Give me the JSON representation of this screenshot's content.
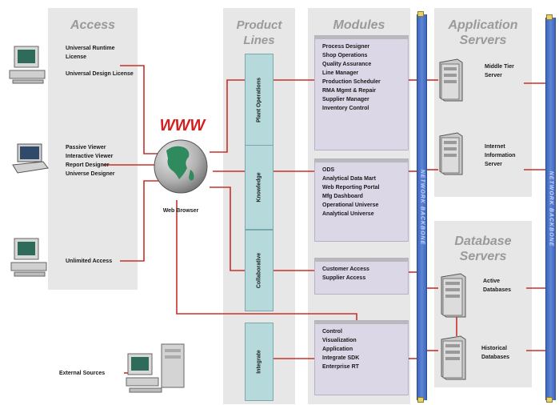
{
  "headers": {
    "access": "Access",
    "product_lines": "Product Lines",
    "modules": "Modules",
    "app_servers": "Application Servers",
    "db_servers": "Database Servers"
  },
  "access": {
    "computer1_labels": [
      "Universal Runtime License",
      "Universal Design License"
    ],
    "computer2_labels": [
      "Passive Viewer",
      "Interactive Viewer",
      "Report Designer",
      "Universe Designer"
    ],
    "computer3_label": "Unlimited Access",
    "external_label": "External Sources"
  },
  "www": {
    "logo": "WWW",
    "label": "Web Browser"
  },
  "product_lines": [
    "Plant Operations",
    "Knowledge",
    "Collaborative",
    "Integrate"
  ],
  "modules": [
    [
      "Process Designer",
      "Shop Operations",
      "Quality Assurance",
      "Line Manager",
      "Production Scheduler",
      "RMA Mgmt & Repair",
      "Supplier Manager",
      "Inventory Control"
    ],
    [
      "ODS",
      "Analytical Data Mart",
      "Web Reporting Portal",
      "Mfg Dashboard",
      "Operational Universe",
      "Analytical Universe"
    ],
    [
      "Customer Access",
      "Supplier Access"
    ],
    [
      "Control",
      "Visualization",
      "Application",
      "Integrate SDK",
      "Enterprise RT"
    ]
  ],
  "bus_label": "NETWORK BACKBONE",
  "app_servers": [
    {
      "label": "Middle Tier Server"
    },
    {
      "label": "Internet Information Server"
    }
  ],
  "db_servers": [
    {
      "label": "Active Databases"
    },
    {
      "label": "Historical Databases"
    }
  ],
  "colors": {
    "panel": "#e7e7e7",
    "module": "#dcd7e6",
    "product_line": "#b6dadc",
    "connector": "#c8302a",
    "bus": "#4a72c4",
    "header": "#9a9a9a",
    "www": "#d42020"
  }
}
